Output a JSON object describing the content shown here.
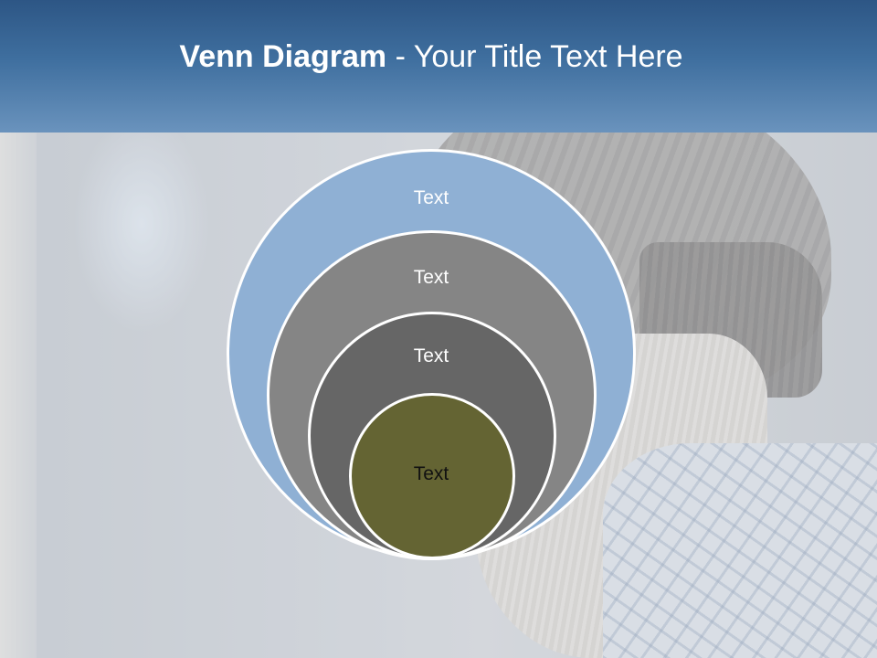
{
  "slide": {
    "title_bold": "Venn Diagram",
    "title_rest": " - Your Title Text Here"
  },
  "diagram": {
    "circles": [
      {
        "label": "Text",
        "fill": "#8fb0d4"
      },
      {
        "label": "Text",
        "fill": "#858585"
      },
      {
        "label": "Text",
        "fill": "#666666"
      },
      {
        "label": "Text",
        "fill": "#646433"
      }
    ],
    "outline_color": "#ffffff"
  },
  "colors": {
    "header_top": "#2d5685",
    "header_bottom": "#6a93bd",
    "title_text": "#ffffff"
  }
}
